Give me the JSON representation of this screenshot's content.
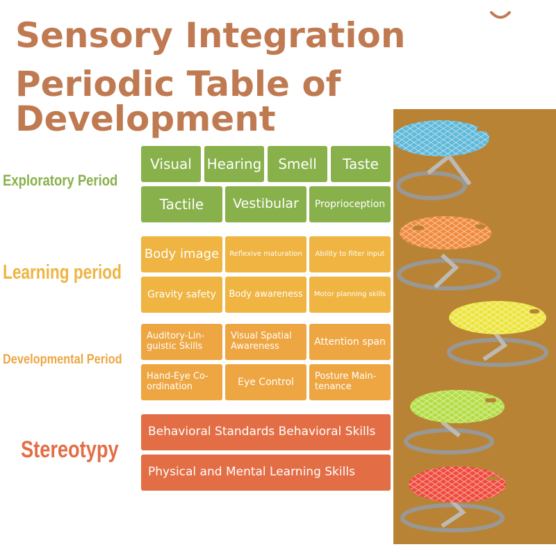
{
  "title": {
    "line1": "Sensory Integration",
    "line2": "Periodic Table of Development"
  },
  "periods": {
    "exploratory": {
      "label": "Exploratory Period",
      "color": "#88b14b",
      "cells": [
        "Visual",
        "Hearing",
        "Smell",
        "Taste",
        "Tactile",
        "Vestibular",
        "Proprioception"
      ]
    },
    "learning": {
      "label": "Learning period",
      "color": "#efb441",
      "cells": [
        "Body image",
        "Reflexive maturation",
        "Ability to filter input",
        "Gravity safety",
        "Body awareness",
        "Motor planning skills"
      ]
    },
    "developmental": {
      "label": "Developmental Period",
      "color": "#eda642",
      "cells": [
        "Auditory-Lin-\nguistic Skills",
        "Visual Spatial\nAwareness",
        "Attention span",
        "Hand-Eye Co-\nordination",
        "Eye Control",
        "Posture Main-\ntenance"
      ]
    },
    "stereotypy": {
      "label": "Stereotypy",
      "color": "#e36e46",
      "cells": [
        "Behavioral Standards Behavioral Skills",
        "Physical and Mental Learning Skills"
      ]
    }
  },
  "colors": {
    "title": "#c07a52",
    "photo_background": "#b88335",
    "seats": [
      "#5fb9d9",
      "#f08a3c",
      "#ece43c",
      "#b4dd44",
      "#ef4b3c"
    ]
  }
}
